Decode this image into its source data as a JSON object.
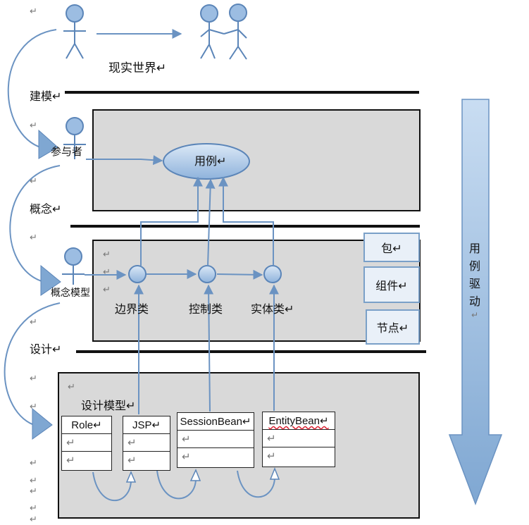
{
  "diagram": {
    "real_world_label": "现实世界↵",
    "modeling_label": "建模↵",
    "concept_label": "概念↵",
    "design_label": "设计↵",
    "participant_label": "参与者",
    "use_case_label": "用例↵",
    "concept_model_label": "概念模型",
    "boundary_label": "边界类",
    "control_label": "控制类",
    "entity_label": "实体类↵",
    "package_label": "包↵",
    "component_label": "组件↵",
    "node_label": "节点↵",
    "design_model_label": "设计模型↵",
    "use_case_driven_label": [
      "用",
      "例",
      "驱",
      "动",
      "↵"
    ],
    "return_mark": "↵",
    "classes": [
      {
        "name": "Role↵",
        "rows": [
          "↵",
          "↵"
        ]
      },
      {
        "name": "JSP↵",
        "rows": [
          "↵",
          "↵"
        ]
      },
      {
        "name": "SessionBean↵",
        "rows": [
          "↵",
          "↵"
        ]
      },
      {
        "name": "EntityBean↵",
        "rows": [
          "↵",
          "↵"
        ]
      }
    ]
  }
}
